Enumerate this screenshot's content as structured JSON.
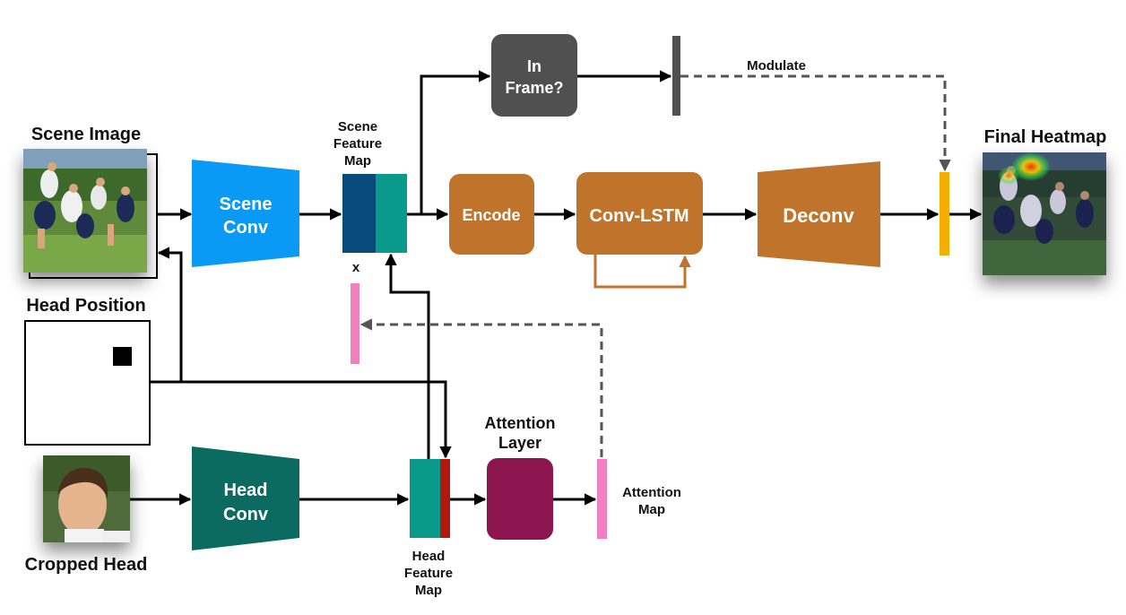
{
  "labels": {
    "scene_image": "Scene Image",
    "head_position": "Head Position",
    "cropped_head": "Cropped Head",
    "scene_conv_l1": "Scene",
    "scene_conv_l2": "Conv",
    "head_conv_l1": "Head",
    "head_conv_l2": "Conv",
    "scene_feature_l1": "Scene",
    "scene_feature_l2": "Feature",
    "scene_feature_l3": "Map",
    "head_feature_l1": "Head",
    "head_feature_l2": "Feature",
    "head_feature_l3": "Map",
    "multiply": "x",
    "in_frame_l1": "In",
    "in_frame_l2": "Frame?",
    "modulate": "Modulate",
    "encode": "Encode",
    "conv_lstm": "Conv-LSTM",
    "deconv": "Deconv",
    "attention_layer_l1": "Attention",
    "attention_layer_l2": "Layer",
    "attention_map_l1": "Attention",
    "attention_map_l2": "Map",
    "final_heatmap": "Final Heatmap"
  },
  "colors": {
    "scene_conv": "#0a9af5",
    "head_conv": "#0b6b60",
    "scene_feature_dark": "#084a7a",
    "scene_feature_teal": "#0a9a8c",
    "head_feature_teal": "#0a9a8c",
    "head_feature_red": "#b3180e",
    "in_frame": "#505050",
    "encode": "#c0732b",
    "conv_lstm": "#c0732b",
    "deconv": "#c0732b",
    "attention_layer": "#8c1550",
    "attention_bar": "#f27fc2",
    "modulate_bar": "#505050",
    "final_bar": "#f5ad00",
    "arrow": "#000000",
    "dashed_arrow": "#555555",
    "lstm_loop": "#c0732b"
  },
  "icons": {
    "scene_photo": "scene-photo-icon",
    "head_position_grid": "head-position-grid-icon",
    "cropped_head_photo": "cropped-head-photo-icon",
    "final_heatmap_photo": "final-heatmap-photo-icon"
  }
}
